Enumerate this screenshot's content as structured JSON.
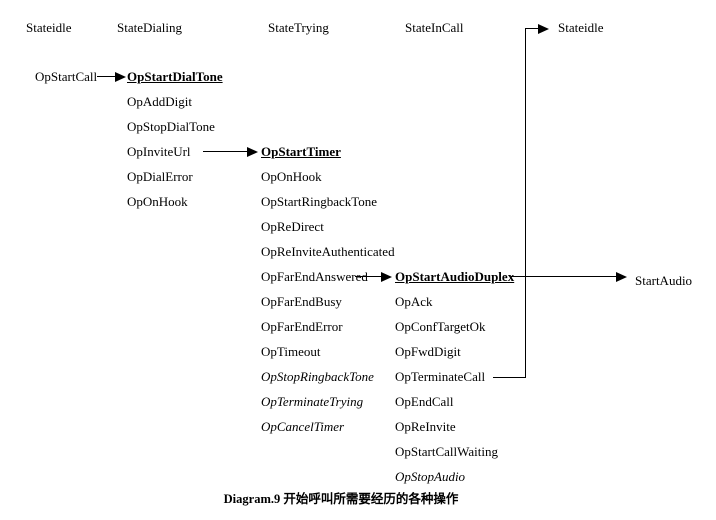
{
  "caption": "Diagram.9 开始呼叫所需要经历的各种操作",
  "colors": {
    "ink": "#000000",
    "background": "#ffffff"
  },
  "states": {
    "idle_left": "Stateidle",
    "dialing": "StateDialing",
    "trying": "StateTrying",
    "incall": "StateInCall",
    "idle_right": "Stateidle"
  },
  "idle_ops": {
    "items": [
      "OpStartCall"
    ]
  },
  "dialing_ops": {
    "entry": "OpStartDialTone",
    "items": [
      "OpAddDigit",
      "OpStopDialTone",
      "OpInviteUrl",
      "OpDialError",
      "OpOnHook"
    ]
  },
  "trying_ops": {
    "entry": "OpStartTimer",
    "items": [
      "OpOnHook",
      "OpStartRingbackTone",
      "OpReDirect",
      "OpReInviteAuthenticated",
      "OpFarEndAnswered",
      "OpFarEndBusy",
      "OpFarEndError",
      "OpTimeout"
    ],
    "exit_items": [
      "OpStopRingbackTone",
      "OpTerminateTrying",
      "OpCancelTimer"
    ]
  },
  "incall_ops": {
    "entry": "OpStartAudioDuplex",
    "items": [
      "OpAck",
      "OpConfTargetOk",
      "OpFwdDigit",
      "OpTerminateCall",
      "OpEndCall",
      "OpReInvite",
      "OpStartCallWaiting"
    ],
    "exit_items": [
      "OpStopAudio"
    ]
  },
  "result": {
    "start_audio": "StartAudio"
  }
}
